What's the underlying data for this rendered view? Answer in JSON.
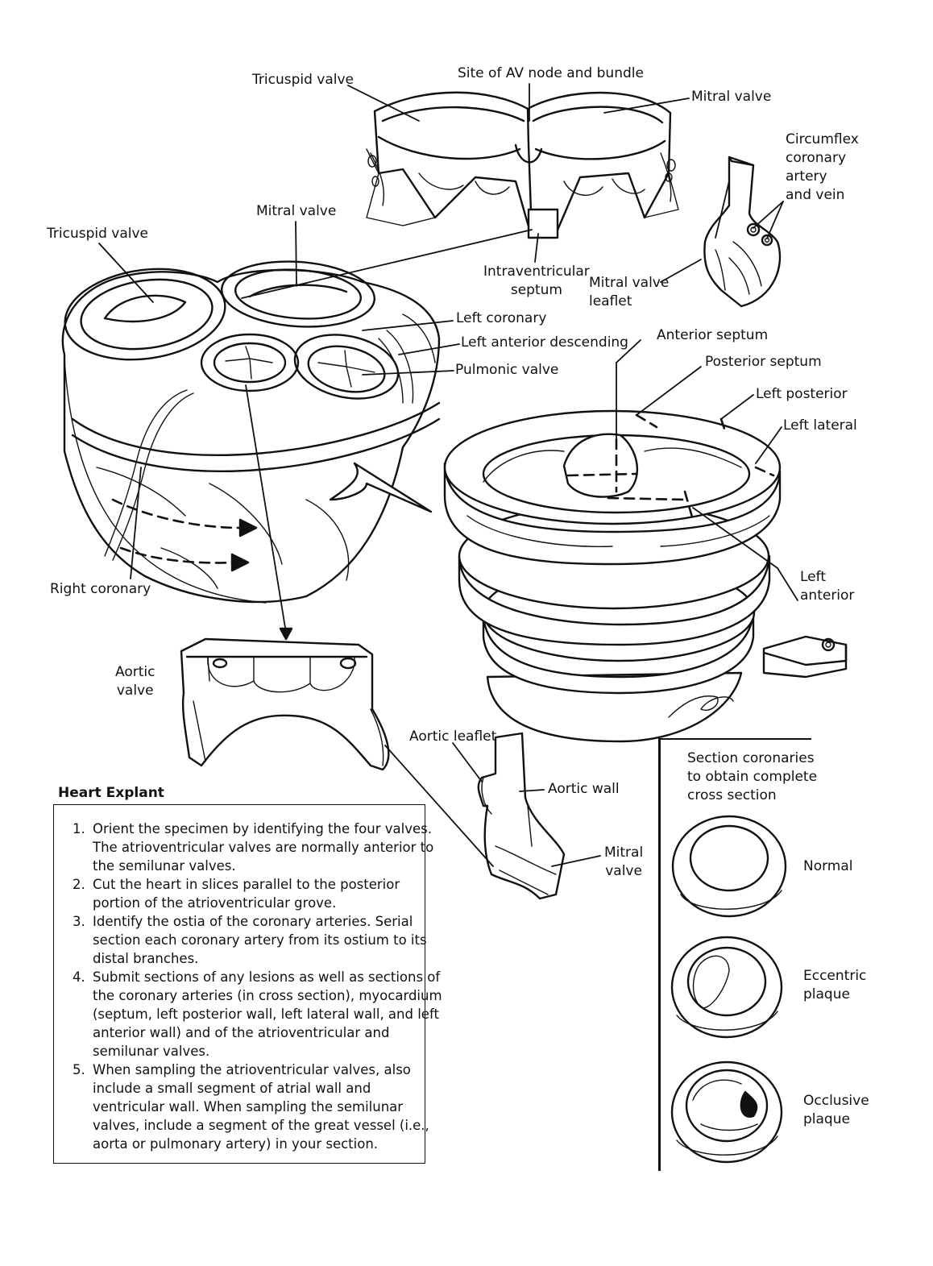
{
  "labels": {
    "tricuspid_top": "Tricuspid valve",
    "av_node": "Site of AV node and bundle",
    "mitral_top": "Mitral valve",
    "circumflex": [
      "Circumflex",
      "coronary",
      "artery",
      "and vein"
    ],
    "mitral_mid": "Mitral valve",
    "tricuspid_mid": "Tricuspid valve",
    "intraventricular": [
      "Intraventricular",
      "septum"
    ],
    "mitral_leaflet": [
      "Mitral valve",
      "leaflet"
    ],
    "left_coronary": "Left coronary",
    "lad": "Left anterior descending",
    "pulmonic": "Pulmonic valve",
    "anterior_septum": "Anterior septum",
    "posterior_septum": "Posterior septum",
    "left_posterior": "Left posterior",
    "left_lateral": "Left lateral",
    "left_anterior": [
      "Left",
      "anterior"
    ],
    "right_coronary": "Right coronary",
    "aortic_valve": [
      "Aortic",
      "valve"
    ],
    "aortic_leaflet": "Aortic leaflet",
    "aortic_wall": "Aortic wall",
    "mitral_bottom": [
      "Mitral",
      "valve"
    ]
  },
  "explant_box": {
    "title": "Heart Explant",
    "steps": [
      "Orient the specimen by identifying the four valves. The atrioventricular valves are normally anterior to the semilunar valves.",
      "Cut the heart in slices parallel to the posterior portion of the atrioventricular grove.",
      "Identify the ostia of the coronary arteries. Serial section each coronary artery from its ostium to its distal branches.",
      "Submit sections of any lesions as well as sections of the coronary arteries (in cross section), myocardium (septum, left posterior wall, left lateral wall, and left anterior wall) and of the atrioventricular and semilunar valves.",
      "When sampling the atrioventricular valves, also include a small segment of atrial wall and ventricular wall. When sampling the semilunar valves, include a segment of the great vessel (i.e., aorta or pulmonary artery) in your section."
    ]
  },
  "coronary_panel": {
    "instruction": [
      "Section coronaries",
      "to obtain complete",
      "cross section"
    ],
    "normal": "Normal",
    "eccentric": [
      "Eccentric",
      "plaque"
    ],
    "occlusive": [
      "Occlusive",
      "plaque"
    ]
  }
}
